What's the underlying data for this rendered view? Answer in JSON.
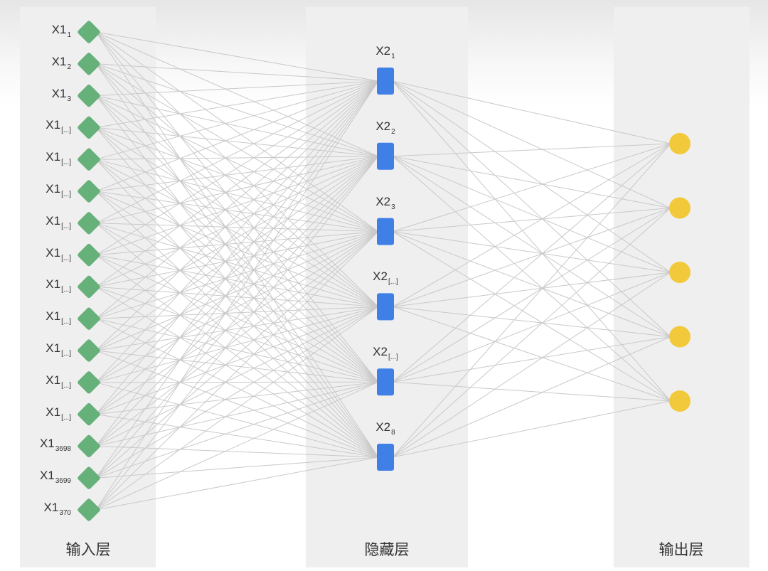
{
  "layers": {
    "input": {
      "title": "输入层",
      "color": "#66b07a",
      "nodes": [
        {
          "base": "X1",
          "sub": "1"
        },
        {
          "base": "X1",
          "sub": "2"
        },
        {
          "base": "X1",
          "sub": "3"
        },
        {
          "base": "X1",
          "sub": "[...]"
        },
        {
          "base": "X1",
          "sub": "[...]"
        },
        {
          "base": "X1",
          "sub": "[...]"
        },
        {
          "base": "X1",
          "sub": "[...]"
        },
        {
          "base": "X1",
          "sub": "[...]"
        },
        {
          "base": "X1",
          "sub": "[...]"
        },
        {
          "base": "X1",
          "sub": "[...]"
        },
        {
          "base": "X1",
          "sub": "[...]"
        },
        {
          "base": "X1",
          "sub": "[...]"
        },
        {
          "base": "X1",
          "sub": "[...]"
        },
        {
          "base": "X1",
          "sub": "3698"
        },
        {
          "base": "X1",
          "sub": "3699"
        },
        {
          "base": "X1",
          "sub": "370"
        }
      ]
    },
    "hidden": {
      "title": "隐藏层",
      "color": "#3f7fe6",
      "nodes": [
        {
          "base": "X2",
          "sub": "1"
        },
        {
          "base": "X2",
          "sub": "2"
        },
        {
          "base": "X2",
          "sub": "3"
        },
        {
          "base": "X2",
          "sub": "[...]"
        },
        {
          "base": "X2",
          "sub": "[...]"
        },
        {
          "base": "X2",
          "sub": "8"
        }
      ]
    },
    "output": {
      "title": "输出层",
      "color": "#f2c93a",
      "node_count": 5
    }
  },
  "edge_color": "#c9c9c9"
}
